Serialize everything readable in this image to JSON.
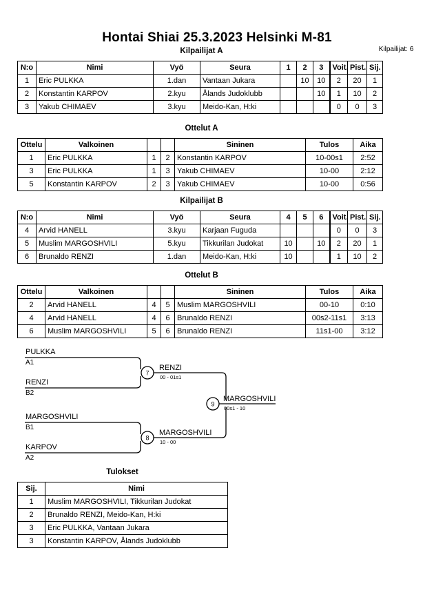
{
  "header": {
    "title": "Hontai Shiai  25.3.2023  Helsinki   M-81",
    "entrants_label": "Kilpailijat: 6"
  },
  "pool_a": {
    "caption": "Kilpailijat A",
    "columns": [
      "N:o",
      "Nimi",
      "Vyö",
      "Seura",
      "1",
      "2",
      "3",
      "Voit.",
      "Pist.",
      "Sij."
    ],
    "rows": [
      {
        "no": "1",
        "name": "Eric PULKKA",
        "belt": "1.dan",
        "club": "Vantaan Jukara",
        "m1": "",
        "m2": "10",
        "m3": "10",
        "wins": "2",
        "points": "20",
        "rank": "1"
      },
      {
        "no": "2",
        "name": "Konstantin KARPOV",
        "belt": "2.kyu",
        "club": "Ålands Judoklubb",
        "m1": "",
        "m2": "",
        "m3": "10",
        "wins": "1",
        "points": "10",
        "rank": "2"
      },
      {
        "no": "3",
        "name": "Yakub CHIMAEV",
        "belt": "3.kyu",
        "club": "Meido-Kan, H:ki",
        "m1": "",
        "m2": "",
        "m3": "",
        "wins": "0",
        "points": "0",
        "rank": "3"
      }
    ]
  },
  "matches_a": {
    "caption": "Ottelut A",
    "columns": [
      "Ottelu",
      "Valkoinen",
      "",
      "",
      "Sininen",
      "Tulos",
      "Aika"
    ],
    "rows": [
      {
        "no": "1",
        "white": "Eric PULKKA",
        "wn": "1",
        "bn": "2",
        "blue": "Konstantin KARPOV",
        "result": "10-00s1",
        "time": "2:52"
      },
      {
        "no": "3",
        "white": "Eric PULKKA",
        "wn": "1",
        "bn": "3",
        "blue": "Yakub CHIMAEV",
        "result": "10-00",
        "time": "2:12"
      },
      {
        "no": "5",
        "white": "Konstantin KARPOV",
        "wn": "2",
        "bn": "3",
        "blue": "Yakub CHIMAEV",
        "result": "10-00",
        "time": "0:56"
      }
    ]
  },
  "pool_b": {
    "caption": "Kilpailijat B",
    "columns": [
      "N:o",
      "Nimi",
      "Vyö",
      "Seura",
      "4",
      "5",
      "6",
      "Voit.",
      "Pist.",
      "Sij."
    ],
    "rows": [
      {
        "no": "4",
        "name": "Arvid HANELL",
        "belt": "3.kyu",
        "club": "Karjaan Fuguda",
        "m1": "",
        "m2": "",
        "m3": "",
        "wins": "0",
        "points": "0",
        "rank": "3"
      },
      {
        "no": "5",
        "name": "Muslim MARGOSHVILI",
        "belt": "5.kyu",
        "club": "Tikkurilan Judokat",
        "m1": "10",
        "m2": "",
        "m3": "10",
        "wins": "2",
        "points": "20",
        "rank": "1"
      },
      {
        "no": "6",
        "name": "Brunaldo RENZI",
        "belt": "1.dan",
        "club": "Meido-Kan, H:ki",
        "m1": "10",
        "m2": "",
        "m3": "",
        "wins": "1",
        "points": "10",
        "rank": "2"
      }
    ]
  },
  "matches_b": {
    "caption": "Ottelut B",
    "columns": [
      "Ottelu",
      "Valkoinen",
      "",
      "",
      "Sininen",
      "Tulos",
      "Aika"
    ],
    "rows": [
      {
        "no": "2",
        "white": "Arvid HANELL",
        "wn": "4",
        "bn": "5",
        "blue": "Muslim MARGOSHVILI",
        "result": "00-10",
        "time": "0:10"
      },
      {
        "no": "4",
        "white": "Arvid HANELL",
        "wn": "4",
        "bn": "6",
        "blue": "Brunaldo RENZI",
        "result": "00s2-11s1",
        "time": "3:13"
      },
      {
        "no": "6",
        "white": "Muslim MARGOSHVILI",
        "wn": "5",
        "bn": "6",
        "blue": "Brunaldo RENZI",
        "result": "11s1-00",
        "time": "3:12"
      }
    ]
  },
  "bracket": {
    "entries": [
      {
        "name": "PULKKA",
        "seed": "A1"
      },
      {
        "name": "RENZI",
        "seed": "B2"
      },
      {
        "name": "MARGOSHVILI",
        "seed": "B1"
      },
      {
        "name": "KARPOV",
        "seed": "A2"
      }
    ],
    "nodes": [
      {
        "num": "7",
        "winner": "RENZI",
        "score": "00 - 01s1"
      },
      {
        "num": "8",
        "winner": "MARGOSHVILI",
        "score": "10 - 00"
      },
      {
        "num": "9",
        "winner": "MARGOSHVILI",
        "score": "00s1 - 10"
      }
    ]
  },
  "results": {
    "caption": "Tulokset",
    "columns": [
      "Sij.",
      "Nimi"
    ],
    "rows": [
      {
        "rank": "1",
        "name": "Muslim MARGOSHVILI, Tikkurilan Judokat"
      },
      {
        "rank": "2",
        "name": "Brunaldo RENZI, Meido-Kan, H:ki"
      },
      {
        "rank": "3",
        "name": "Eric PULKKA, Vantaan Jukara"
      },
      {
        "rank": "3",
        "name": "Konstantin KARPOV, Ålands Judoklubb"
      }
    ]
  }
}
